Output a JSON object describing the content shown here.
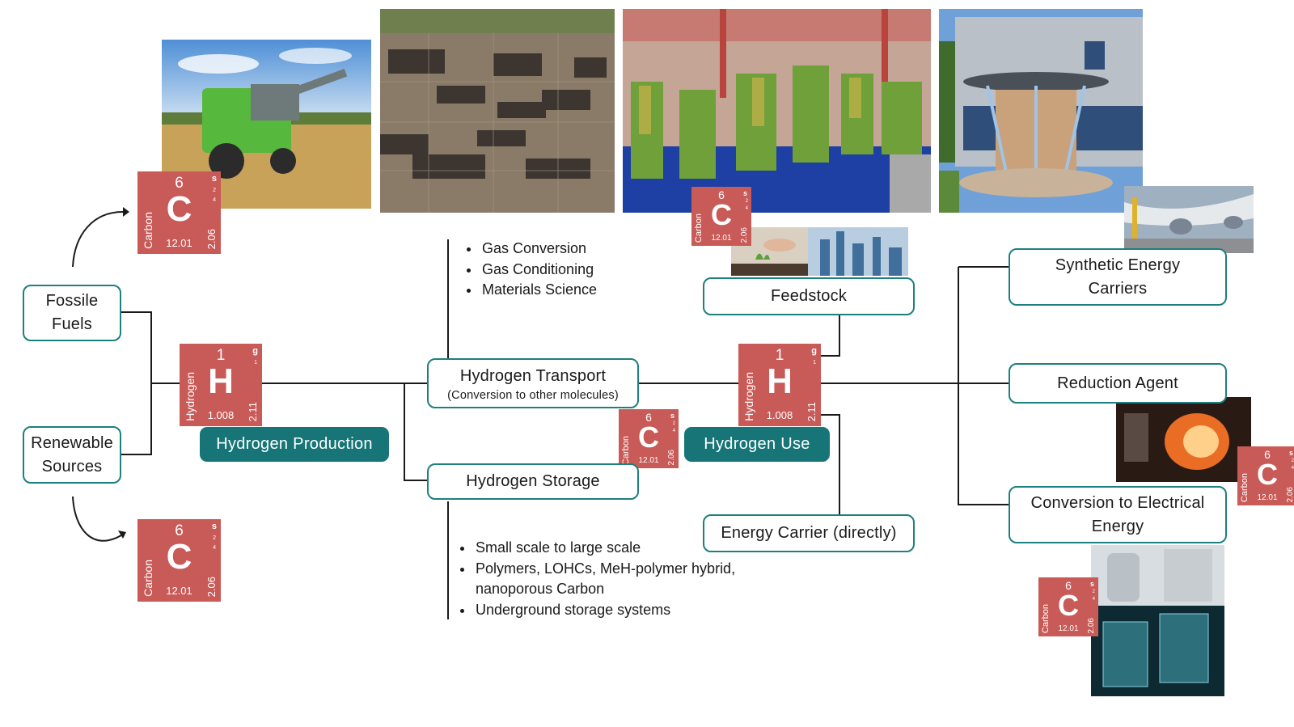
{
  "nodes": {
    "fossile_fuels": [
      "Fossile",
      "Fuels"
    ],
    "renewable_sources": [
      "Renewable",
      "Sources"
    ],
    "hydrogen_transport": "Hydrogen Transport",
    "hydrogen_transport_sub": "(Conversion to other molecules)",
    "hydrogen_storage": "Hydrogen Storage",
    "feedstock": "Feedstock",
    "energy_carrier": "Energy Carrier (directly)",
    "synthetic_energy_carriers": [
      "Synthetic Energy",
      "Carriers"
    ],
    "reduction_agent": "Reduction Agent",
    "conversion_electrical": [
      "Conversion to Electrical",
      "Energy"
    ]
  },
  "labels": {
    "hydrogen_production": "Hydrogen Production",
    "hydrogen_use": "Hydrogen Use"
  },
  "transport_bullets": [
    "Gas Conversion",
    "Gas Conditioning",
    "Materials Science"
  ],
  "storage_bullets": [
    "Small scale to large scale",
    "Polymers, LOHCs, MeH-polymer hybrid, nanoporous Carbon",
    "Underground storage systems"
  ],
  "element_tiles": {
    "carbon": {
      "number": "6",
      "symbol": "C",
      "name": "Carbon",
      "mass": "12.01",
      "electronegativity": "2.06",
      "state": "s",
      "shells": [
        "2",
        "4"
      ]
    },
    "hydrogen": {
      "number": "1",
      "symbol": "H",
      "name": "Hydrogen",
      "mass": "1.008",
      "electronegativity": "2.11",
      "state": "g",
      "shells": [
        "1"
      ]
    }
  },
  "colors": {
    "tile": "#c85a57",
    "teal": "#177577",
    "node_border": "#1e7f7f"
  }
}
